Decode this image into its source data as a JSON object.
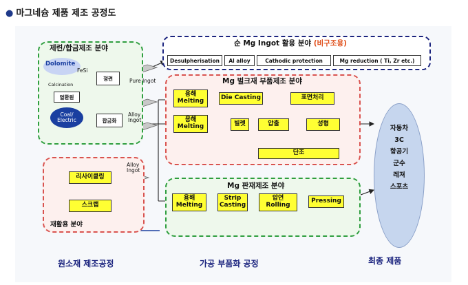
{
  "header": {
    "title": "마그네슘 제품 제조 공정도"
  },
  "raw": {
    "title": "제련/합금제조 분야",
    "dolomite": "Dolomite",
    "fesi": "FeSi",
    "calcination": "Calcination",
    "yeolhwanwon": "열환원",
    "coal": "Coal/ Electric",
    "refining": "정련",
    "alloying": "합금화",
    "pure_ingot": "Pure Ingot",
    "alloy_ingot": "Alloy Ingot"
  },
  "recycle": {
    "title": "재활용 분야",
    "recycling": "리사이클링",
    "scrap": "스크랩",
    "alloy_ingot": "Alloy Ingot"
  },
  "pure": {
    "title": "순 Mg Ingot 활용 분야",
    "title_suffix": "(비구조용)",
    "items": [
      "Desulpherisation",
      "Al alloy",
      "Cathodic protection",
      "Mg reduction ( Ti, Zr etc.)"
    ]
  },
  "bulk": {
    "title": "Mg 벌크재 부품제조 분야",
    "melting1": "용해 Melting",
    "die_casting": "Die Casting",
    "surface": "표면처리",
    "melting2": "용해 Melting",
    "billet": "빌렛",
    "extrusion": "압출",
    "forming": "성형",
    "forging": "단조"
  },
  "sheet": {
    "title": "Mg 판재제조 분야",
    "melting": "용해 Melting",
    "strip_casting": "Strip Casting",
    "rolling": "압연 Rolling",
    "pressing": "Pressing"
  },
  "final": {
    "items": [
      "자동차",
      "3C",
      "항공기",
      "군수",
      "레져",
      "스포츠"
    ]
  },
  "footer": {
    "raw_process": "원소재 제조공정",
    "parts_process": "가공 부품화 공정",
    "final_product": "최종 제품"
  },
  "colors": {
    "green": "#2e9e3e",
    "red": "#d9534f",
    "navy": "#1a237e",
    "yellow": "#ffff33"
  }
}
